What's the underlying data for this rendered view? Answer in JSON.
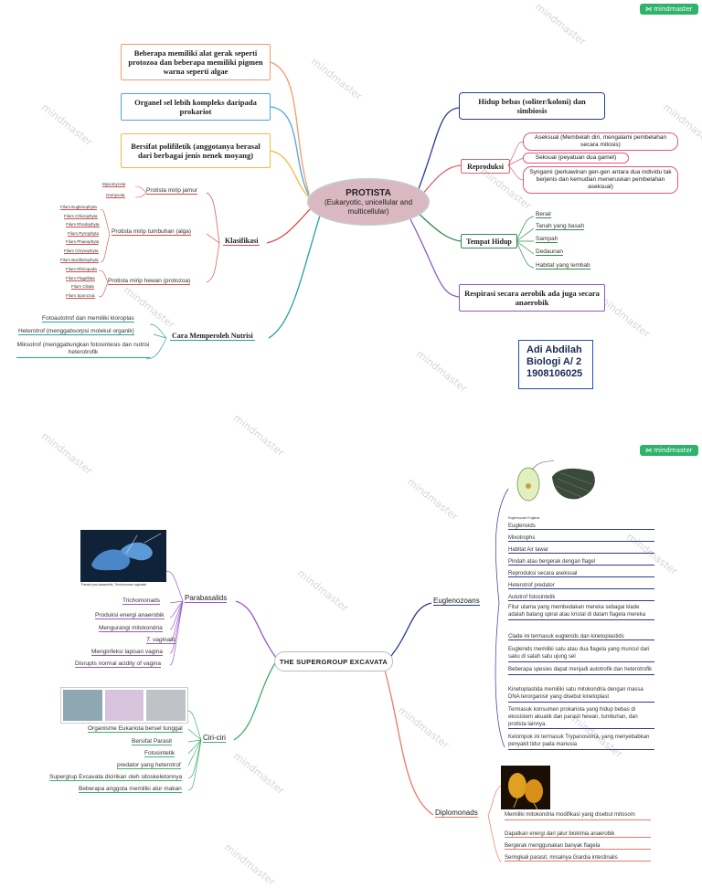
{
  "brand": "mindmaster",
  "watermark": "mindmaster",
  "map1": {
    "center": {
      "title": "PROTISTA",
      "subtitle": "(Eukaryotic, unicellular and multicellular)"
    },
    "left_boxes": [
      "Beberapa memiliki alat gerak seperti protozoa dan beberapa memiliki pigmen warna seperti algae",
      "Organel sel lebih kompleks daripada prokariot",
      "Bersifat polifiletik (anggotanya berasal dari berbagai jenis nenek moyang)"
    ],
    "klasifikasi": {
      "label": "Klasifikasi",
      "groups": [
        {
          "label": "Protista mirip jamur",
          "items": [
            "Myxomycota",
            "Oomycota"
          ]
        },
        {
          "label": "Protista mirip tumbuhan (alga)",
          "items": [
            "Filum Euglenophyta",
            "Filum Chlorophyta",
            "Filum Rhodophyta",
            "Filum Pyrrophyta",
            "Filum Phaeophyta",
            "Filum Chrysophyta",
            "Filum Bacillariophyta"
          ]
        },
        {
          "label": "Protista mirip hewan (protozoa)",
          "items": [
            "Filum Rhizopoda",
            "Filum Flagellata",
            "Filum Ciliata",
            "Filum Sporozoa"
          ]
        }
      ]
    },
    "nutrisi": {
      "label": "Cara Memperoleh Nutrisi",
      "items": [
        "Fotoautotrof dan memiliki kloroplas",
        "Heterotrof (menggabsorpsi molekul organik)",
        "Miksotrof (menggabungkan fotosintesis dan nutrisi heterotrofik"
      ]
    },
    "right": {
      "hidup_bebas": "Hidup bebas (soliter/koloni) dan simbiosis",
      "reproduksi": {
        "label": "Reproduksi",
        "items": [
          "Aseksual (Membelah diri, mengalami pembelahan secara mitosis)",
          "Seksual (peyatuan dua gamet)",
          "Syngami (perkawinan gen-gen antara dua individu tak berjenis dan kemudian meneruskan pembelahan aseksual)"
        ]
      },
      "tempat_hidup": {
        "label": "Tempat Hidup",
        "items": [
          "Berair",
          "Tanah yang basah",
          "Sampah",
          "Dedaunan",
          "Habitat yang lembab"
        ]
      },
      "respirasi": "Respirasi secara aerobik ada juga secara anaerobik"
    },
    "author": {
      "name": "Adi Abdilah",
      "class": "Biologi A/ 2",
      "nim": "1908106025"
    }
  },
  "map2": {
    "center": "THE SUPERGROUP EXCAVATA",
    "parabasalids": {
      "label": "Parabasalids",
      "figure_caption": "Parasit pra-siasamblis, Trichomonas vaginalis",
      "items": [
        "Trichomonads",
        "Produksi energi anaerobik",
        "Mengurangi mitokondria",
        "T. vaginalis",
        "Menginfeksi lapisan vagina",
        "Disrupts normal acidity of vagina"
      ]
    },
    "ciri": {
      "label": "Ciri-ciri",
      "items": [
        "Organisme Eukariota bersel tunggal",
        "Bersifat Parasit",
        "Fotosintetik",
        "predator yang heterotrof",
        "Supergrup Excavata dicirikan oleh sitoskeletonnya",
        "Beberapa anggota memiliki alur makan"
      ]
    },
    "euglenozoans": {
      "label": "Euglenozoans",
      "figure_caption": "Euglenozoan Euglena",
      "items": [
        "Euglenoids",
        "Mixotrophs",
        "Habitat Air tawar",
        "Pindah atau bergerak dengan flagel",
        "Reproduksi secara aseksual",
        "Heterotrof predator",
        "Autotrof fotosintetik",
        "Fitur utama yang membedakan mereka sebagai klade adalah batang spiral atau kristal di dalam flagela mereka",
        "Clade ini termasuk euglenids dan kinetoplastids",
        "Euglenids memiliki satu atau dua flagela yang muncul dari saku di salah satu ujung sel",
        "Beberapa spesies dapat menjadi autotrofik dan heterotrofik",
        "Kinetoplastida memiliki satu mitokondria dengan massa DNA terorganisir yang disebut kinetoplast",
        "Termasuk konsumen prokariota yang hidup bebas di ekosistem akuatik dan parasit hewan, tumbuhan, dan protista lainnya.",
        "Kelompok ini termasuk Trypanosoma, yang menyebabkan penyakit tidur pada manusia"
      ]
    },
    "diplomonads": {
      "label": "Diplomonads",
      "items": [
        "Memiliki mitokondria modifikasi yang disebut mitosom",
        "Dapatkan energi dari jalur biokimia anaerobik",
        "Bergerak menggunakan banyak flagela",
        "Seringkali parasit, misalnya Giardia intestinalis"
      ]
    }
  }
}
